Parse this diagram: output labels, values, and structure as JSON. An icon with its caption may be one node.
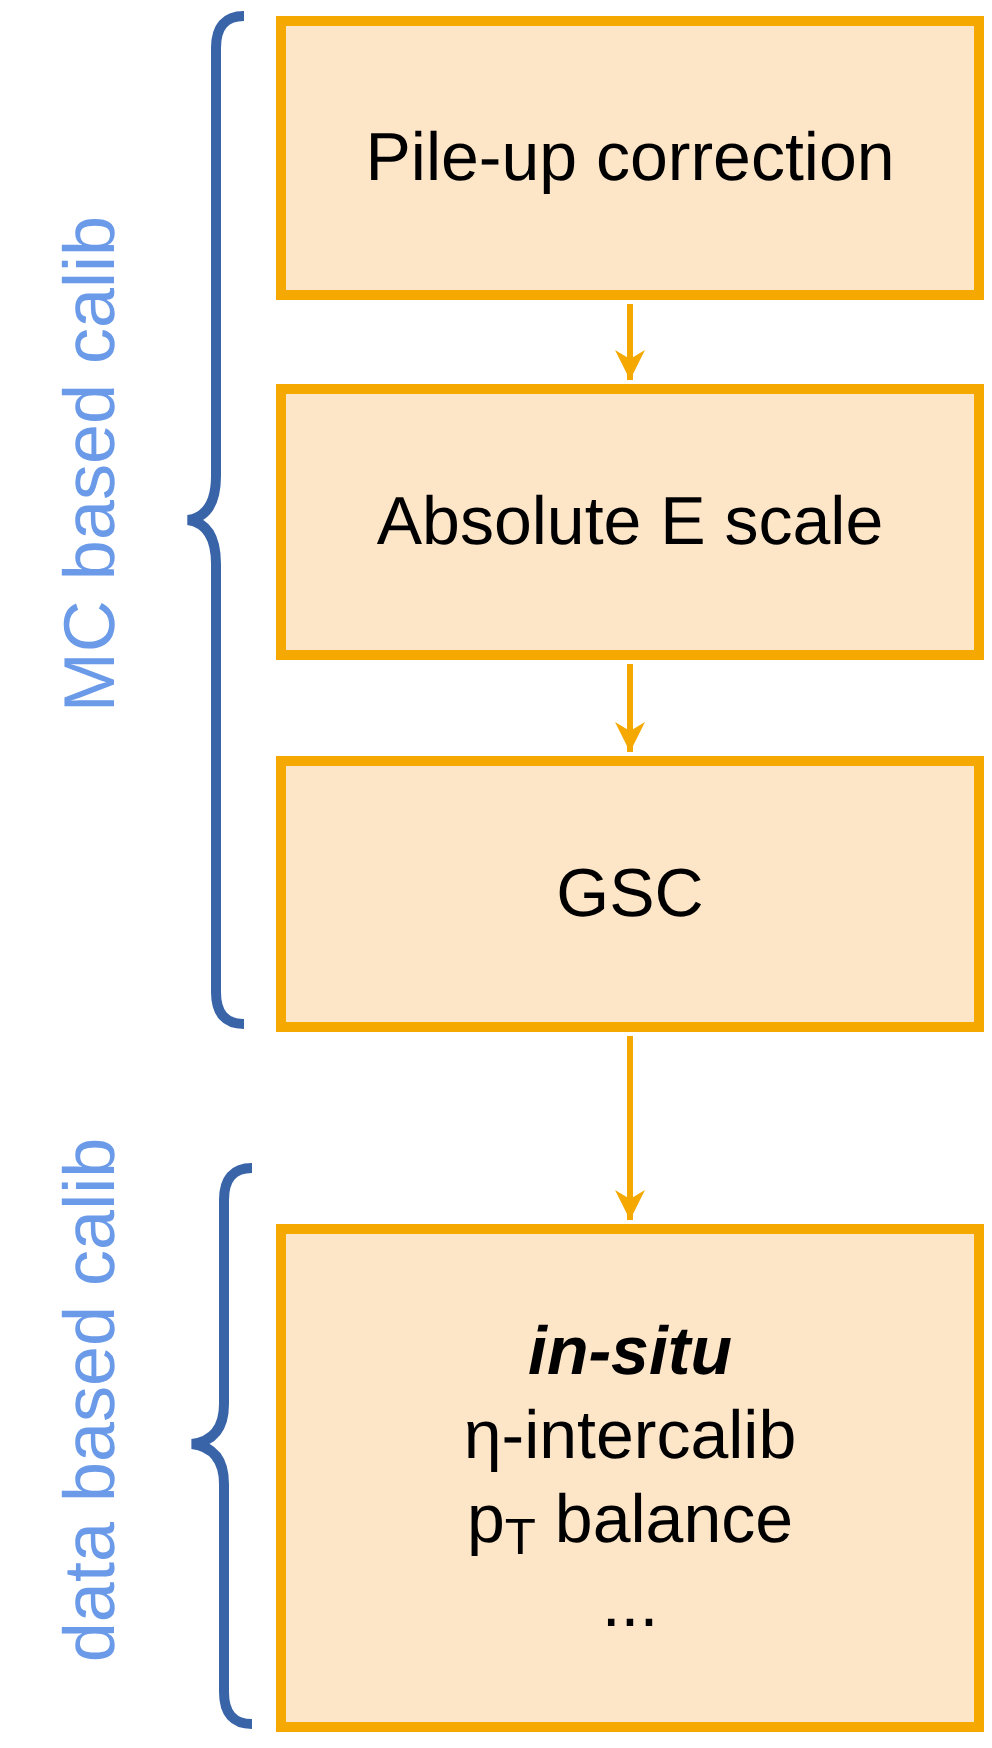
{
  "diagram": {
    "nodes": [
      {
        "text": [
          "Pile-up correction"
        ]
      },
      {
        "text": [
          "Absolute E scale"
        ]
      },
      {
        "text": [
          "GSC"
        ]
      },
      {
        "text": [
          "in-situ",
          "η-intercalib",
          "p$_{T}$ balance",
          "..."
        ]
      }
    ],
    "edges": [
      {
        "from": 0,
        "to": 1,
        "arrow": "to"
      },
      {
        "from": 1,
        "to": 2,
        "arrow": "to"
      },
      {
        "from": 2,
        "to": 3,
        "arrow": "to"
      }
    ],
    "labels": [
      "MC based calib",
      "data based calib"
    ]
  }
}
